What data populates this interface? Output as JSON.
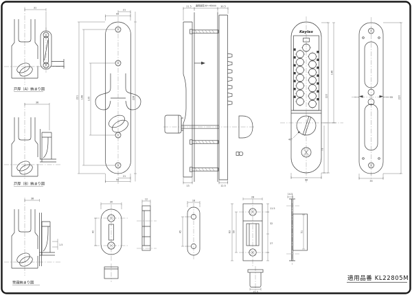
{
  "product": {
    "caption": "適用品番",
    "number": "KL22805M",
    "full": "適用品番 KL22805M"
  },
  "view_labels": {
    "section_a": "戸厚（A）納まり図",
    "section_b": "戸厚（B）納まり図",
    "section_c": "受座納まり図"
  },
  "notes": {
    "door_thickness": "適用扉厚30〜45mm",
    "knob_angle": "40°"
  },
  "brand": "Keylex",
  "dims": {
    "a_top": "31",
    "b_top": "36",
    "c_top": "38",
    "c_gap": "1.5",
    "in_top_half": "21",
    "in_top_full": "44",
    "in_left_outer": "221",
    "in_left_screws": "198",
    "in_left_mid": "105",
    "in_right": "228",
    "in_bot_half": "21",
    "in_bot_full": "44",
    "sd_left": "21.5",
    "sd_right": "30.5",
    "sd_bot_in": "13",
    "sd_bot_out": "12.5",
    "kp_height": "220",
    "kp_upper": "146",
    "kp_lower": "73",
    "kp_width": "44",
    "bp_height": "220",
    "bp_width": "35",
    "bp_mid": "35",
    "sp_width": "30",
    "sp_screws": "40",
    "ss_width": "12",
    "pk_width": "18",
    "pk_screws": "45",
    "sb_width": "28",
    "sb_screws": "59",
    "sb_height": "83",
    "sb_r1": "11.5",
    "sb_r2": "32",
    "sb_r3": "27",
    "cup_width": "15.5",
    "sbs_top": "14.5",
    "sbs_depth": "51"
  }
}
